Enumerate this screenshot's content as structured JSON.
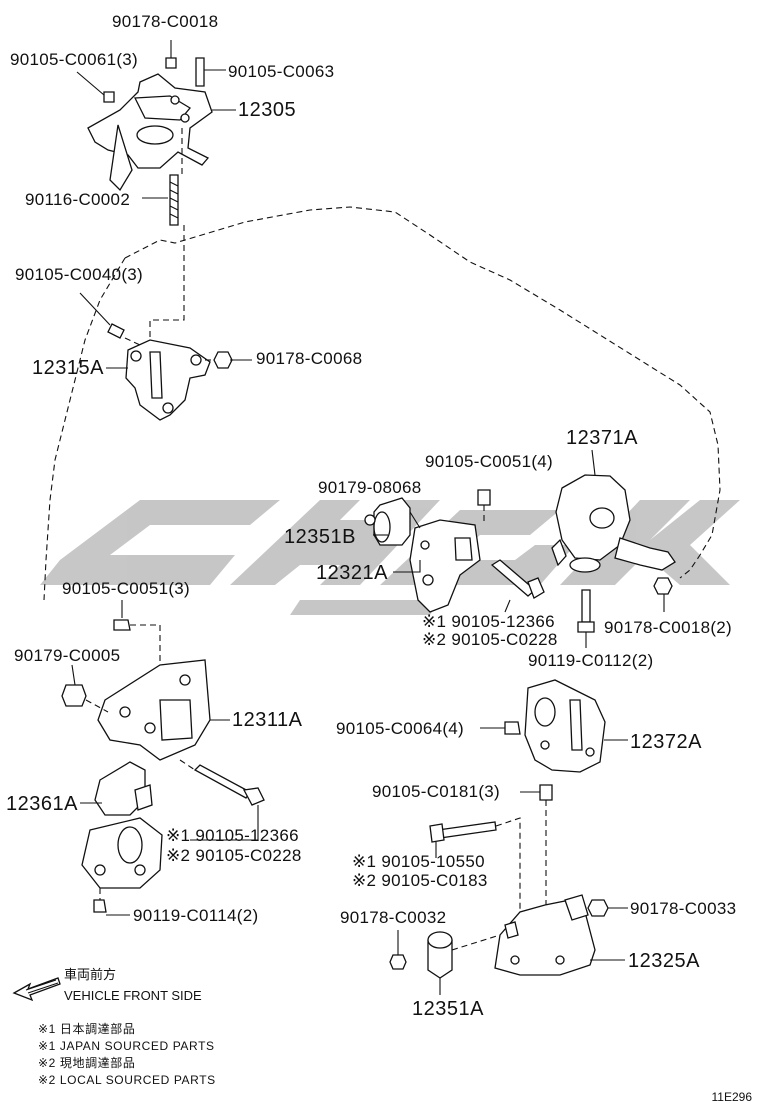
{
  "watermark": {
    "color": "#bdbdbd"
  },
  "labels": {
    "p90178_c0018": "90178-C0018",
    "p90105_c0061": "90105-C0061(3)",
    "p90105_c0063": "90105-C0063",
    "p12305": "12305",
    "p90116_c0002": "90116-C0002",
    "p90105_c0040": "90105-C0040(3)",
    "p12315a": "12315A",
    "p90178_c0068": "90178-C0068",
    "p90105_c0051_4": "90105-C0051(4)",
    "p12371a": "12371A",
    "p90179_08068": "90179-08068",
    "p12351b": "12351B",
    "p12321a": "12321A",
    "p90105_12366_r": "※1 90105-12366",
    "p90105_c0228_r": "※2 90105-C0228",
    "p90178_c0018_2": "90178-C0018(2)",
    "p90119_c0112": "90119-C0112(2)",
    "p90105_c0051_3": "90105-C0051(3)",
    "p90179_c0005": "90179-C0005",
    "p12311a": "12311A",
    "p90105_c0064": "90105-C0064(4)",
    "p12372a": "12372A",
    "p12361a": "12361A",
    "p90105_c0181": "90105-C0181(3)",
    "p90105_12366_l": "※1 90105-12366",
    "p90105_c0228_l": "※2 90105-C0228",
    "p90105_10550": "※1 90105-10550",
    "p90105_c0183": "※2 90105-C0183",
    "p90119_c0114": "90119-C0114(2)",
    "p90178_c0033": "90178-C0033",
    "p90178_c0032": "90178-C0032",
    "p12325a": "12325A",
    "p12351a": "12351A"
  },
  "legend": {
    "front_jp": "車両前方",
    "front_en": "VEHICLE FRONT SIDE",
    "arrow_icon": "left-arrow-icon"
  },
  "notes": [
    "※1 日本調達部品",
    "※1 JAPAN SOURCED PARTS",
    "※2 現地調達部品",
    "※2 LOCAL SOURCED PARTS"
  ],
  "drawing_code": "11E296"
}
